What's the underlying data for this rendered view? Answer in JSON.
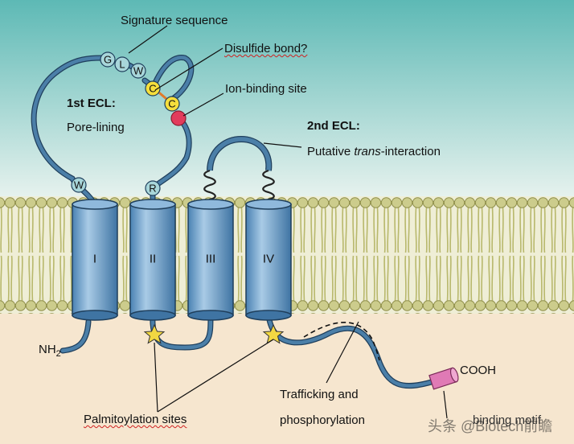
{
  "labels": {
    "signature_sequence": "Signature sequence",
    "disulfide_bond": "Disulfide bond?",
    "ion_binding_site": "Ion-binding site",
    "first_ecl_title": "1st ECL:",
    "first_ecl_desc": "Pore-lining",
    "second_ecl_title": "2nd ECL:",
    "second_ecl_desc_prefix": "Putative ",
    "second_ecl_desc_italic": "trans",
    "second_ecl_desc_suffix": "-interaction",
    "nh2_base": "NH",
    "nh2_sub": "2",
    "cooh": "COOH",
    "trafficking_line1": "Trafficking and",
    "trafficking_line2": "phosphorylation",
    "palmitoylation": "Palmitoylation sites",
    "pdz_partial": "binding motif"
  },
  "residues": {
    "g": "G",
    "l": "L",
    "w_top": "W",
    "c1": "C",
    "c2": "C",
    "w_low": "W",
    "r": "R"
  },
  "helices": [
    "I",
    "II",
    "III",
    "IV"
  ],
  "watermark": "头条 @Biotech前瞻",
  "colors": {
    "sky": "#5dbab6",
    "membrane_head": "#c9c98a",
    "cytoplasm": "#f6e6cf",
    "helix_blue": "#6fa6cf",
    "chain": "#4b7fa8",
    "cysteine": "#f5de3c",
    "ion_site": "#e23c5c",
    "motif": "#e07ab5",
    "star": "#f2d842"
  }
}
